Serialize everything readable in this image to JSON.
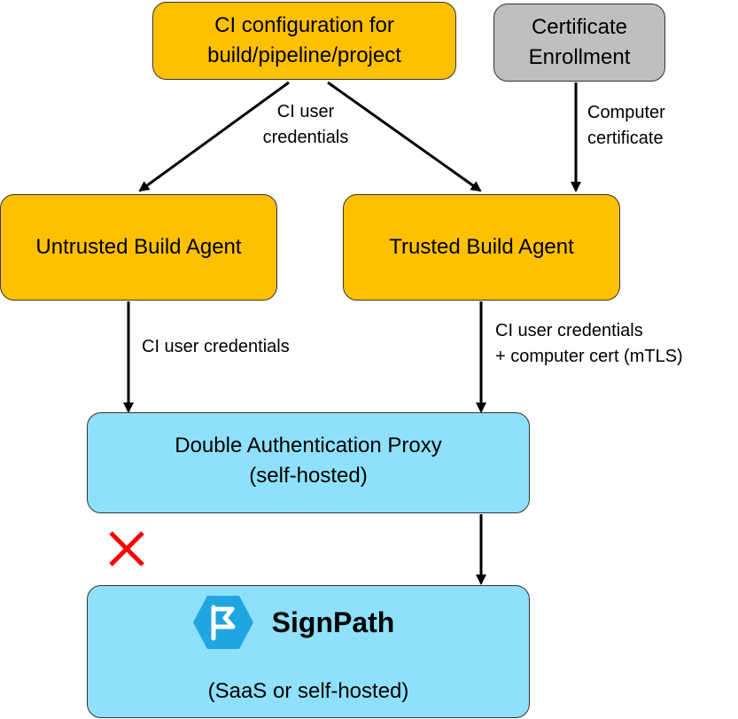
{
  "nodes": {
    "ci_config": {
      "lines": [
        "CI configuration for",
        "build/pipeline/project"
      ]
    },
    "cert_enrollment": {
      "lines": [
        "Certificate",
        "Enrollment"
      ]
    },
    "untrusted_agent": {
      "label": "Untrusted Build Agent"
    },
    "trusted_agent": {
      "label": "Trusted Build Agent"
    },
    "proxy": {
      "lines": [
        "Double Authentication Proxy",
        "(self-hosted)"
      ]
    },
    "signpath": {
      "logo_text": "SignPath",
      "subtitle": "(SaaS or self-hosted)"
    }
  },
  "edges": {
    "ci_user_top": {
      "lines": [
        "CI user",
        "credentials"
      ]
    },
    "computer_cert": {
      "lines": [
        "Computer",
        "certificate"
      ]
    },
    "untrusted_to_proxy": {
      "label": "CI user credentials"
    },
    "trusted_to_proxy": {
      "lines": [
        "CI user credentials",
        "+ computer cert (mTLS)"
      ]
    }
  },
  "colors": {
    "orange": "#FFC000",
    "gray": "#BFBFBF",
    "blue": "#8EE0FB",
    "logo_blue": "#1FA6E0",
    "deny_red": "#FF0000"
  },
  "icons": {
    "logo": "signpath-logo-icon",
    "deny": "red-x-icon"
  }
}
